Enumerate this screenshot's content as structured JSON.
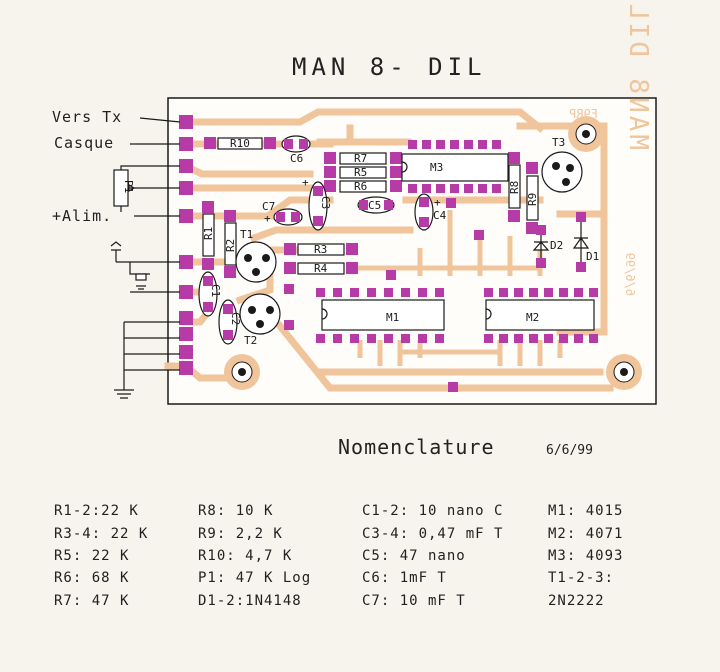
{
  "title": "MAN 8- DIL",
  "connections": [
    "Vers Tx",
    "Casque",
    "+Alim."
  ],
  "board": {
    "mirrored_title": "MAN8 DIL",
    "mirrored_call": "F9RP",
    "mirrored_date": "6/6/99"
  },
  "components": {
    "R1": "R1",
    "R2": "R2",
    "R3": "R3",
    "R4": "R4",
    "R5": "R5",
    "R6": "R6",
    "R7": "R7",
    "R8": "R8",
    "R9": "R9",
    "R10": "R10",
    "C1": "C1",
    "C2": "C2",
    "C3": "C3",
    "C4": "C4",
    "C5": "C5",
    "C6": "C6",
    "C7": "C7",
    "P1": "P1",
    "T1": "T1",
    "T2": "T2",
    "T3": "T3",
    "D1": "D1",
    "D2": "D2",
    "M1": "M1",
    "M2": "M2",
    "M3": "M3"
  },
  "nomenclature": {
    "heading": "Nomenclature",
    "date": "6/6/99",
    "columns": [
      [
        "R1-2:22 K",
        "R3-4: 22 K",
        "R5: 22 K",
        "R6: 68 K",
        "R7: 47 K"
      ],
      [
        "R8: 10 K",
        "R9: 2,2 K",
        "R10: 4,7 K",
        "P1: 47 K Log",
        "D1-2:1N4148"
      ],
      [
        "C1-2: 10 nano C",
        "C3-4: 0,47 mF T",
        "C5: 47 nano",
        "C6: 1mF T",
        "C7: 10 mF T"
      ],
      [
        "M1: 4015",
        "M2: 4071",
        "M3: 4093",
        "T1-2-3:",
        "2N2222"
      ]
    ]
  },
  "colors": {
    "copper": "#f0c59b",
    "pad": "#b73ba6",
    "ink": "#1a1a1a",
    "paper": "#f7f4ee"
  }
}
